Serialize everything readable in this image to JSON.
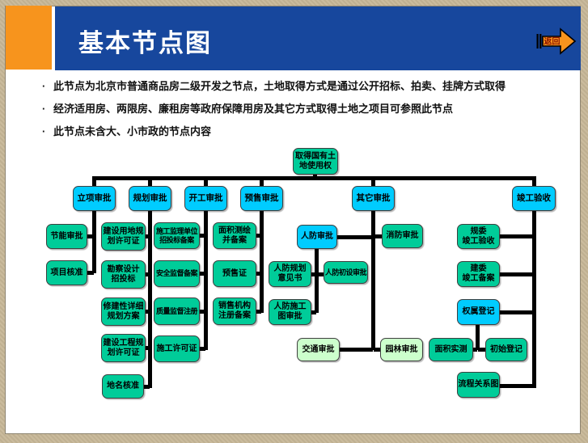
{
  "header": {
    "title": "基本节点图",
    "back_label": "返回"
  },
  "bullets": {
    "glyph": "·",
    "items": [
      "此节点为北京市普通商品房二级开发之节点，土地取得方式是通过公开招标、拍卖、挂牌方式取得",
      "经济适用房、两限房、廉租房等政府保障用房及其它方式取得土地之项目可参照此节点",
      "此节点未含大、小市政的节点内容"
    ]
  },
  "colors": {
    "banner_blue": "#17479d",
    "accent_orange": "#f7941d",
    "node_cyan": "#00ccff",
    "node_green": "#00cc99",
    "node_light_green": "#ccffcc",
    "connector_black": "#000000",
    "background_tan": "#c7b797"
  },
  "nodes": {
    "root": "取得国有土\n地使用权",
    "h1": "立项审批",
    "h2": "规划审批",
    "h3": "开工审批",
    "h4": "预售审批",
    "h5": "其它审批",
    "h6": "竣工验收",
    "c1_1": "节能审批",
    "c1_2": "项目核准",
    "c2_1": "建设用地规\n划许可证",
    "c2_2": "勘察设计\n招投标",
    "c2_3": "修建性详细\n规划方案",
    "c2_4": "建设工程规\n划许可证",
    "c2_5": "地名核准",
    "c3_1": "施工监理单位\n招投标备案",
    "c3_2": "安全监督备案",
    "c3_3": "质量监督注册",
    "c3_4": "施工许可证",
    "c4_1": "面积测绘\n并备案",
    "c4_2": "预售证",
    "c4_3": "销售机构\n注册备案",
    "c5_1": "人防审批",
    "c5_2": "消防审批",
    "c5_1_1": "人防规划\n意见书",
    "c5_1_2": "人防初设审批",
    "c5_1_3": "人防施工\n图审批",
    "c5_3": "交通审批",
    "c5_4": "园林审批",
    "c6_1": "规委\n竣工验收",
    "c6_2": "建委\n竣工备案",
    "c6_3": "权属登记",
    "c6_3_1": "面积实测",
    "c6_3_2": "初始登记",
    "c6_4": "流程关系图"
  }
}
